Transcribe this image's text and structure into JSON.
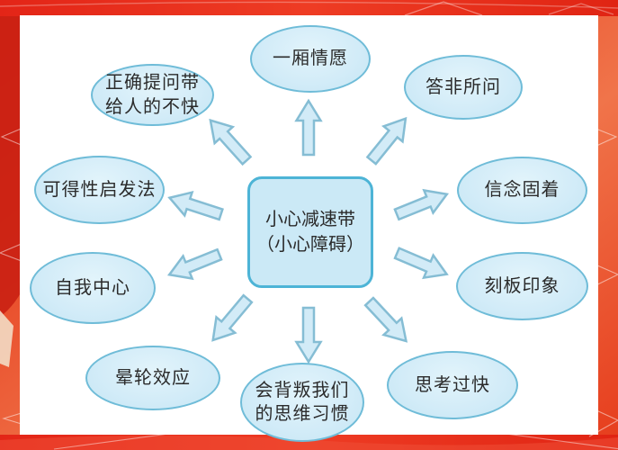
{
  "diagram": {
    "center": {
      "label": "小心减速带\n（小心障碍）"
    },
    "nodes": {
      "top": {
        "label": "一厢情愿"
      },
      "top_left": {
        "label": "正确提问带\n给人的不快"
      },
      "top_right": {
        "label": "答非所问"
      },
      "left_upper": {
        "label": "可得性启发法"
      },
      "right_upper": {
        "label": "信念固着"
      },
      "left": {
        "label": "自我中心"
      },
      "right": {
        "label": "刻板印象"
      },
      "bottom_left": {
        "label": "晕轮效应"
      },
      "bottom": {
        "label": "会背叛我们\n的思维习惯"
      },
      "bottom_right": {
        "label": "思考过快"
      }
    },
    "arrows": [
      "arrow-up",
      "arrow-up-left",
      "arrow-left-up",
      "arrow-left-down",
      "arrow-down-left",
      "arrow-down",
      "arrow-down-right",
      "arrow-right-down",
      "arrow-right-up",
      "arrow-up-right"
    ]
  },
  "colors": {
    "node_fill": "#d3ecf8",
    "node_border": "#6fbcd8",
    "center_fill": "#cbe9f6",
    "center_border": "#4db4d6",
    "arrow_fill": "#d2ebf7",
    "arrow_border": "#85bdd4",
    "text": "#2b2b2b",
    "panel": "#ffffff",
    "background_red": "#e2301c",
    "background_orange": "#ef6a3e",
    "band_red": "#e22613"
  }
}
